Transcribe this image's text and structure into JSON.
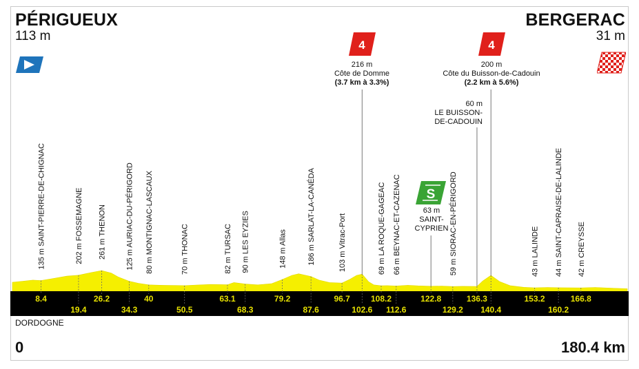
{
  "start": {
    "city": "PÉRIGUEUX",
    "altitude": "113 m"
  },
  "finish": {
    "city": "BERGERAC",
    "altitude": "31 m"
  },
  "region": "DORDOGNE",
  "distance": {
    "start": "0",
    "end": "180.4 km"
  },
  "climbs": [
    {
      "category": "4",
      "altitude": "216 m",
      "name": "Côte de Domme",
      "detail": "(3.7 km à 3.3%)",
      "km": 102.6
    },
    {
      "category": "4",
      "altitude": "200 m",
      "name": "Côte du Buisson-de-Cadouin",
      "detail": "(2.2 km à 5.6%)",
      "km": 140.4
    }
  ],
  "sprint": {
    "icon": "S",
    "altitude": "63 m",
    "name_line1": "SAINT-",
    "name_line2": "CYPRIEN",
    "km": 122.8
  },
  "buisson": {
    "altitude": "60 m",
    "name_line1": "LE BUISSON-",
    "name_line2": "DE-CADOUIN",
    "km": 136.3
  },
  "chart_data": {
    "type": "area",
    "x_range": [
      0,
      180.4
    ],
    "profile": [
      [
        0,
        113
      ],
      [
        3,
        125
      ],
      [
        6,
        140
      ],
      [
        8.4,
        135
      ],
      [
        12,
        160
      ],
      [
        16,
        190
      ],
      [
        19.4,
        202
      ],
      [
        23,
        235
      ],
      [
        26.2,
        261
      ],
      [
        29,
        230
      ],
      [
        31,
        180
      ],
      [
        34.3,
        125
      ],
      [
        37,
        100
      ],
      [
        40,
        80
      ],
      [
        44,
        75
      ],
      [
        48,
        72
      ],
      [
        50.5,
        70
      ],
      [
        54,
        78
      ],
      [
        58,
        85
      ],
      [
        63.1,
        82
      ],
      [
        65,
        110
      ],
      [
        68.3,
        90
      ],
      [
        72,
        80
      ],
      [
        76,
        95
      ],
      [
        79.2,
        148
      ],
      [
        82,
        200
      ],
      [
        84,
        220
      ],
      [
        87.6,
        186
      ],
      [
        90,
        140
      ],
      [
        93,
        110
      ],
      [
        96.7,
        103
      ],
      [
        99,
        150
      ],
      [
        101,
        200
      ],
      [
        102.6,
        216
      ],
      [
        104.5,
        120
      ],
      [
        106,
        80
      ],
      [
        108.2,
        69
      ],
      [
        110,
        70
      ],
      [
        112.6,
        66
      ],
      [
        116,
        75
      ],
      [
        119,
        68
      ],
      [
        122.8,
        63
      ],
      [
        126,
        65
      ],
      [
        129.2,
        59
      ],
      [
        132,
        62
      ],
      [
        136.3,
        60
      ],
      [
        138,
        130
      ],
      [
        140.4,
        200
      ],
      [
        143,
        120
      ],
      [
        146,
        70
      ],
      [
        150,
        50
      ],
      [
        153.2,
        43
      ],
      [
        157,
        48
      ],
      [
        160.2,
        44
      ],
      [
        164,
        43
      ],
      [
        166.8,
        42
      ],
      [
        171,
        48
      ],
      [
        175,
        40
      ],
      [
        180.4,
        31
      ]
    ],
    "waypoints": [
      {
        "km": 8.4,
        "km_label": "8.4",
        "label": "135 m SAINT-PIERRE-DE-CHIGNAC"
      },
      {
        "km": 19.4,
        "km_label": "19.4",
        "label": "202 m FOSSEMAGNE"
      },
      {
        "km": 26.2,
        "km_label": "26.2",
        "label": "261 m THENON"
      },
      {
        "km": 34.3,
        "km_label": "34.3",
        "label": "125 m AURIAC-DU-PÉRIGORD"
      },
      {
        "km": 40,
        "km_label": "40",
        "label": "80 m MONTIGNAC-LASCAUX"
      },
      {
        "km": 50.5,
        "km_label": "50.5",
        "label": "70 m THONAC"
      },
      {
        "km": 63.1,
        "km_label": "63.1",
        "label": "82 m TURSAC"
      },
      {
        "km": 68.3,
        "km_label": "68.3",
        "label": "90 m LES EYZIES"
      },
      {
        "km": 79.2,
        "km_label": "79.2",
        "label": "148 m Allas"
      },
      {
        "km": 87.6,
        "km_label": "87.6",
        "label": "186 m SARLAT-LA-CANÉDA"
      },
      {
        "km": 96.7,
        "km_label": "96.7",
        "label": "103 m Vitrac-Port"
      },
      {
        "km": 102.6,
        "km_label": "102.6",
        "label": ""
      },
      {
        "km": 108.2,
        "km_label": "108.2",
        "label": "69 m LA ROQUE-GAGEAC"
      },
      {
        "km": 112.6,
        "km_label": "112.6",
        "label": "66 m BEYNAC-ET-CAZENAC"
      },
      {
        "km": 122.8,
        "km_label": "122.8",
        "label": ""
      },
      {
        "km": 129.2,
        "km_label": "129.2",
        "label": "59 m SIORAC-EN-PÉRIGORD"
      },
      {
        "km": 136.3,
        "km_label": "136.3",
        "label": ""
      },
      {
        "km": 140.4,
        "km_label": "140.4",
        "label": ""
      },
      {
        "km": 153.2,
        "km_label": "153.2",
        "label": "43 m LALINDE"
      },
      {
        "km": 160.2,
        "km_label": "160.2",
        "label": "44 m SAINT-CAPRAISE-DE-LALINDE"
      },
      {
        "km": 166.8,
        "km_label": "166.8",
        "label": "42 m CREYSSE"
      }
    ]
  },
  "colors": {
    "profile_fill": "#f5ef00",
    "km_band": "#000000",
    "km_text": "#e8e200",
    "climb_badge": "#e0201b",
    "sprint_badge": "#3aa435",
    "start_flag": "#1e74bb",
    "finish_flag": "#e0201b"
  }
}
